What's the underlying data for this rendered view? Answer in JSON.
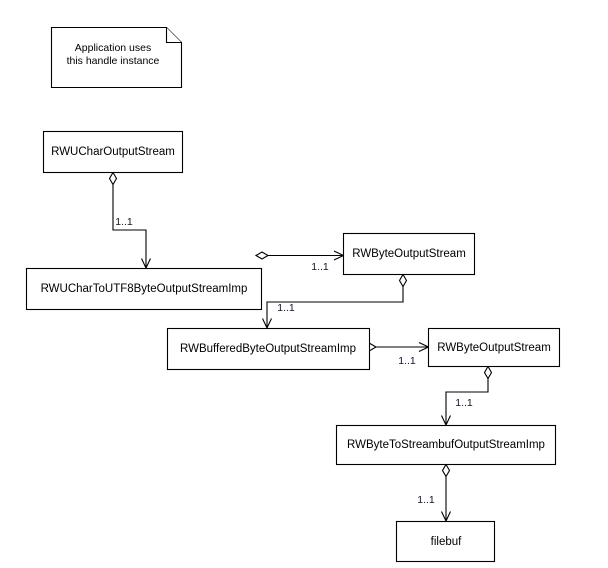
{
  "diagram": {
    "type": "uml-class-diagram",
    "background_color": "#ffffff",
    "line_color": "#000000",
    "text_color": "#000000",
    "multiplicity_color": "#1a1030",
    "note": {
      "line1": "Application uses",
      "line2": "this handle instance"
    },
    "classes": [
      {
        "id": "c1",
        "label": "RWUCharOutputStream"
      },
      {
        "id": "c2",
        "label": "RWUCharToUTF8ByteOutputStreamImp"
      },
      {
        "id": "c3",
        "label": "RWByteOutputStream"
      },
      {
        "id": "c4",
        "label": "RWBufferedByteOutputStreamImp"
      },
      {
        "id": "c5",
        "label": "RWByteOutputStream"
      },
      {
        "id": "c6",
        "label": "RWByteToStreambufOutputStreamImp"
      },
      {
        "id": "c7",
        "label": "filebuf"
      }
    ],
    "associations": [
      {
        "id": "a1",
        "from": "RWUCharOutputStream",
        "to": "RWUCharToUTF8ByteOutputStreamImp",
        "multiplicity": "1..1",
        "kind": "aggregation"
      },
      {
        "id": "a2",
        "from": "RWUCharToUTF8ByteOutputStreamImp",
        "to": "RWByteOutputStream",
        "multiplicity": "1..1",
        "kind": "aggregation"
      },
      {
        "id": "a3",
        "from": "RWByteOutputStream",
        "to": "RWBufferedByteOutputStreamImp",
        "multiplicity": "1..1",
        "kind": "aggregation"
      },
      {
        "id": "a4",
        "from": "RWBufferedByteOutputStreamImp",
        "to": "RWByteOutputStream",
        "multiplicity": "1..1",
        "kind": "aggregation"
      },
      {
        "id": "a5",
        "from": "RWByteOutputStream",
        "to": "RWByteToStreambufOutputStreamImp",
        "multiplicity": "1..1",
        "kind": "aggregation"
      },
      {
        "id": "a6",
        "from": "RWByteToStreambufOutputStreamImp",
        "to": "filebuf",
        "multiplicity": "1..1",
        "kind": "aggregation"
      }
    ]
  }
}
